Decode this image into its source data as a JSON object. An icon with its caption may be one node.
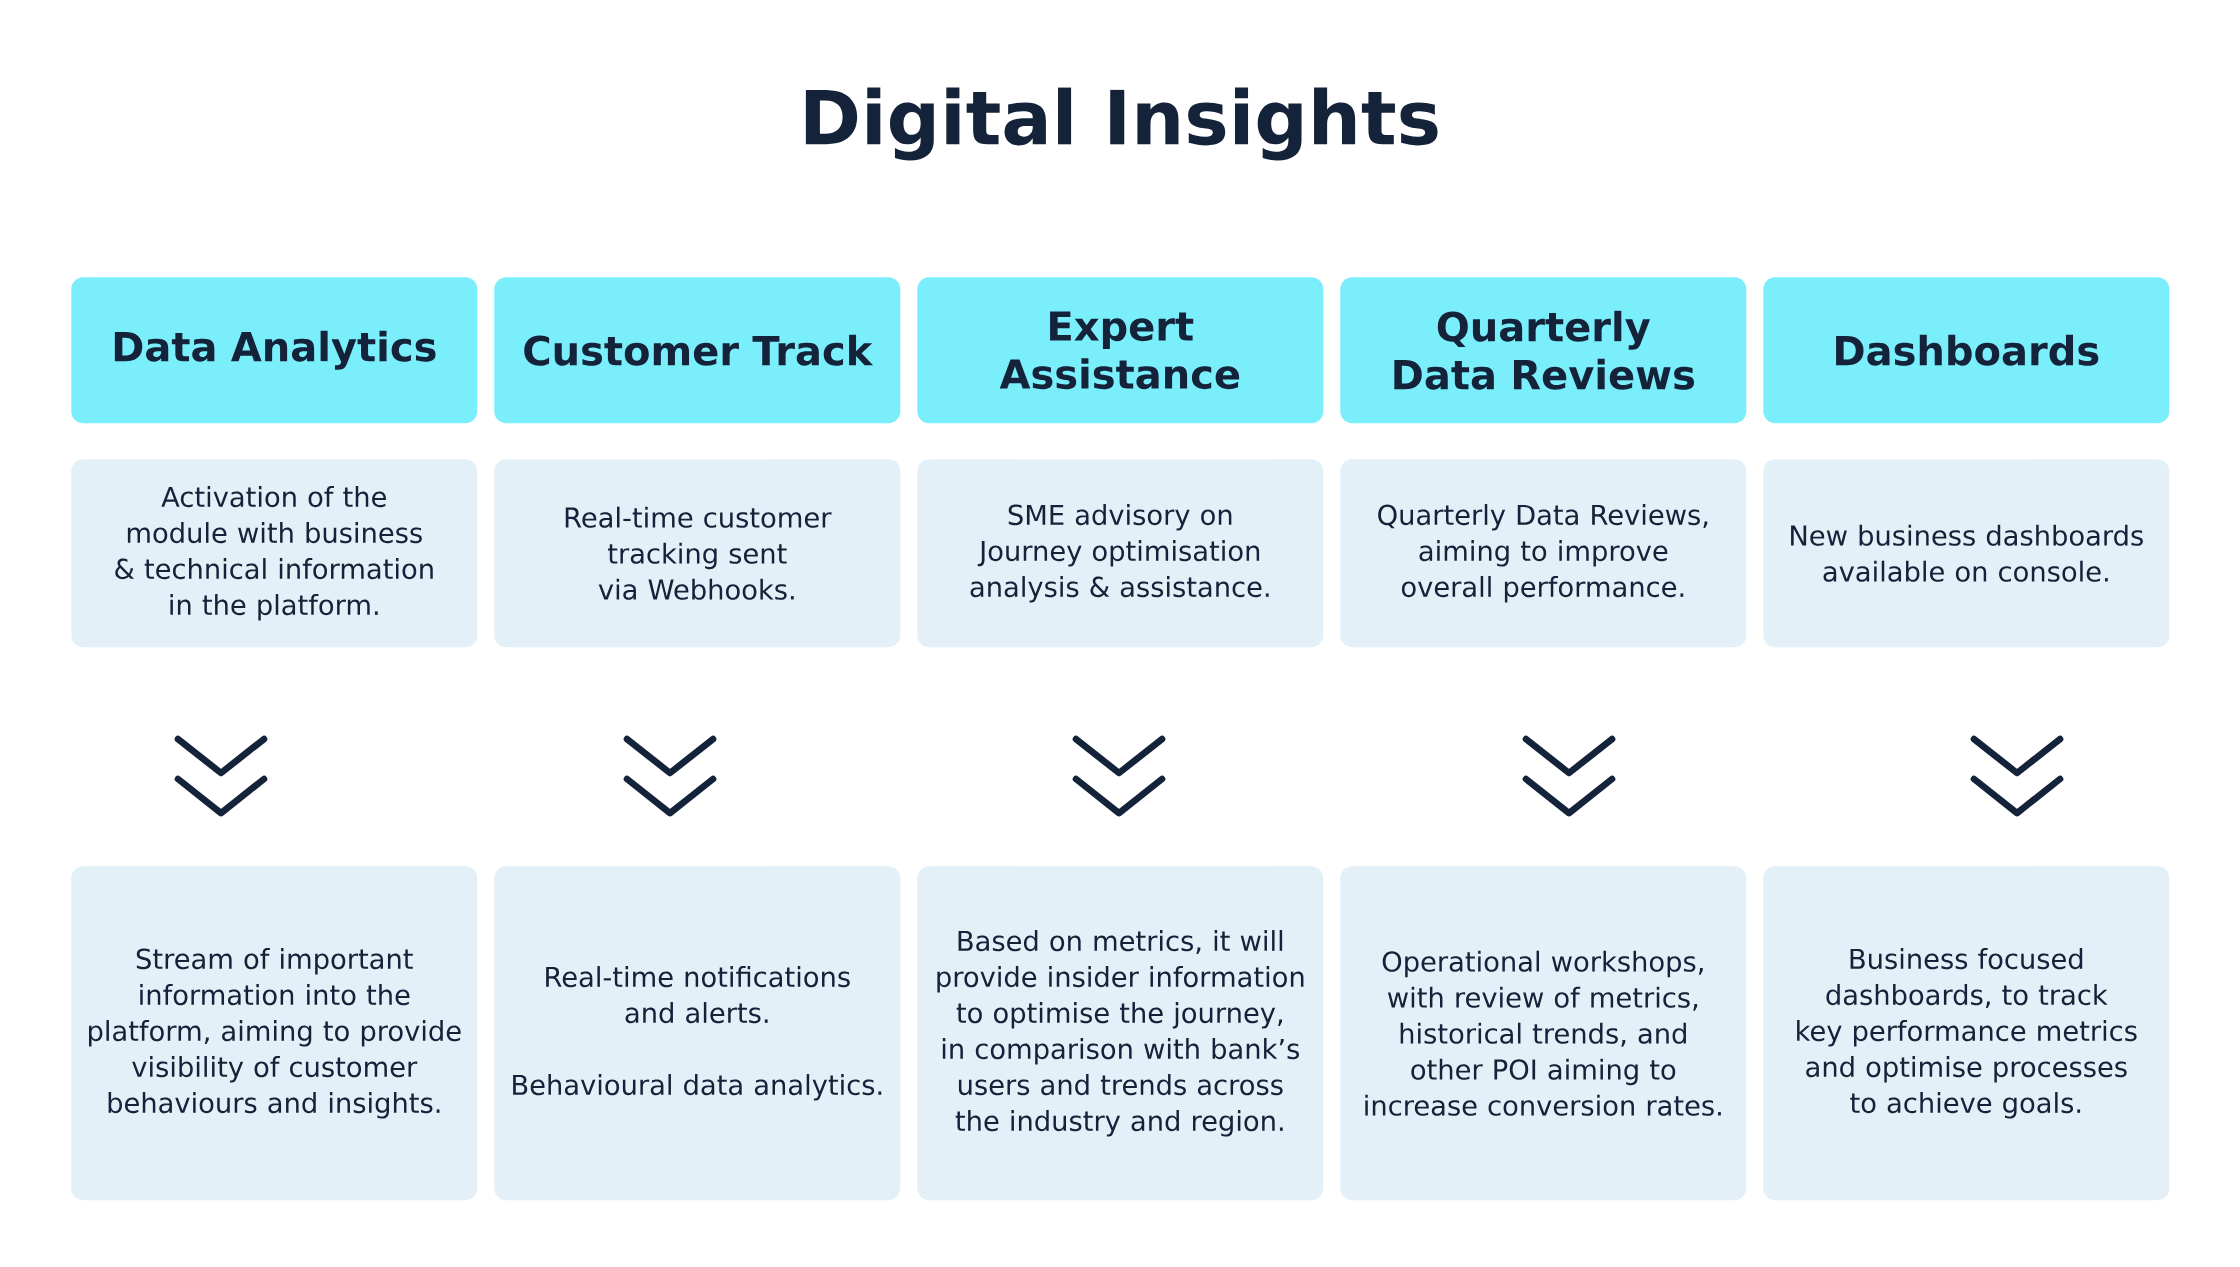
{
  "diagram": {
    "title": "Digital Insights",
    "nodes": [
      {
        "text": [
          "Data Analytics"
        ]
      },
      {
        "text": [
          "Customer Track"
        ]
      },
      {
        "text": [
          "Expert Assistance"
        ]
      },
      {
        "text": [
          "Quarterly Data Reviews"
        ]
      },
      {
        "text": [
          "Dashboards"
        ]
      },
      {
        "text": [
          "Activation of the module with business & technical information in the platform."
        ]
      },
      {
        "text": [
          "Real-time customer tracking sent via Webhooks."
        ]
      },
      {
        "text": [
          "SME advisory on Journey optimisation analysis & assistance."
        ]
      },
      {
        "text": [
          "Quarterly Data Reviews, aiming to improve overall performance."
        ]
      },
      {
        "text": [
          "New business dashboards available on console."
        ]
      },
      {
        "text": [
          "Stream of important information into the platform, aiming to provide visibility of customer behaviours and insights."
        ]
      },
      {
        "text": [
          "Real-time notifications and alerts.",
          "Behavioural data analytics."
        ]
      },
      {
        "text": [
          "Based on metrics, it will provide insider information to optimise the journey, in comparison with bank’s users and trends across the industry and region."
        ]
      },
      {
        "text": [
          "Operational workshops, with review of metrics, historical trends, and other POI aiming to increase conversion rates."
        ]
      },
      {
        "text": [
          "Business focused dashboards, to track key performance metrics and optimise processes to achieve goals."
        ]
      }
    ],
    "edges": [
      {
        "from": 5,
        "to": 10,
        "arrow": "to"
      },
      {
        "from": 6,
        "to": 11,
        "arrow": "to"
      },
      {
        "from": 7,
        "to": 12,
        "arrow": "to"
      },
      {
        "from": 8,
        "to": 13,
        "arrow": "to"
      },
      {
        "from": 9,
        "to": 14,
        "arrow": "to"
      }
    ]
  }
}
